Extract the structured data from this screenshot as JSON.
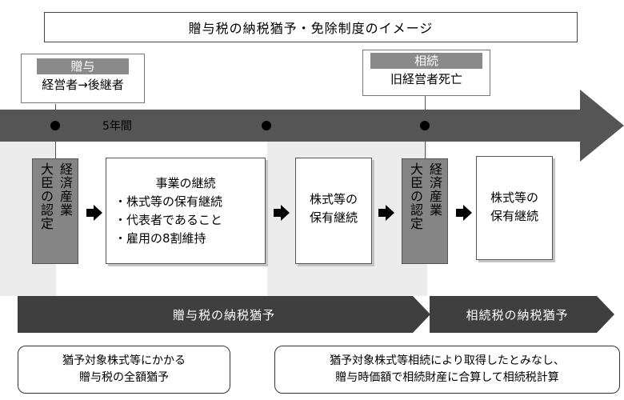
{
  "title": "贈与税の納税猶予・免除制度のイメージ",
  "events": {
    "gift": {
      "label": "贈与",
      "detail": "経営者→後継者"
    },
    "inheritance": {
      "label": "相続",
      "detail": "旧経営者死亡"
    }
  },
  "timeline": {
    "period_label": "5年間"
  },
  "minister_certification": {
    "lines": [
      "経済産業",
      "大臣の認定"
    ]
  },
  "phase_boxes": {
    "continuation": {
      "heading": "事業の継続",
      "items": [
        "・株式等の保有継続",
        "・代表者であること",
        "・雇用の8割維持"
      ]
    },
    "holding_after_5y": [
      "株式等の",
      "保有継続"
    ],
    "holding_after_inheritance": [
      "株式等の",
      "保有継続"
    ]
  },
  "banners": {
    "gift_tax_deferral": "贈与税の納税猶予",
    "inheritance_tax_deferral": "相続税の納税猶予"
  },
  "notes": {
    "gift_note": [
      "猶予対象株式等にかかる",
      "贈与税の全額猶予"
    ],
    "inheritance_note": [
      "猶予対象株式等相続により取得したとみなし、",
      "贈与時価額で相続財産に合算して相続税計算"
    ]
  },
  "colors": {
    "timeline": "#555555",
    "banner": "#3f3f3f",
    "minister_fill": "#858585",
    "band": "#ececec"
  }
}
